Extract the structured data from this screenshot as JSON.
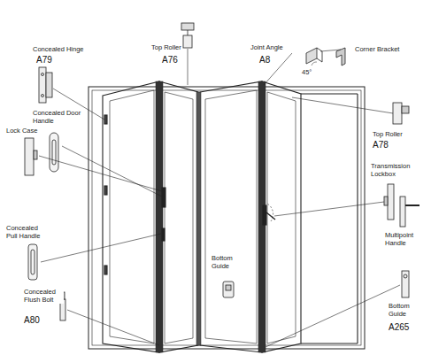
{
  "diagram": {
    "labels": [
      "Concealed Hinge",
      "A79",
      "Top Roller",
      "A76",
      "Joint Angle",
      "A8",
      "Corner Bracket",
      "45°",
      "Top Roller",
      "A78",
      "Concealed Door Handle",
      "Lock Case",
      "Transmission Lockbox",
      "Multipoint Handle",
      "Concealed Pull Handle",
      "Bottom Guide",
      "Concealed Flush Bolt",
      "A80",
      "Bottom Guide",
      "A265"
    ]
  }
}
